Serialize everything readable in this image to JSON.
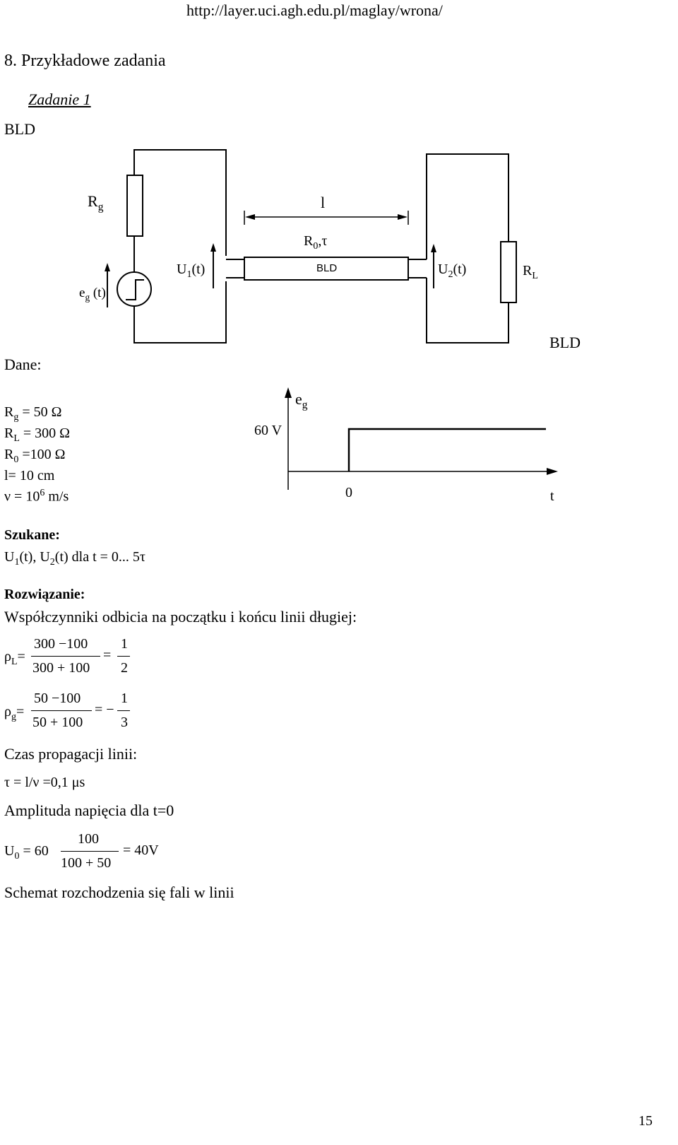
{
  "header": {
    "url": "http://layer.uci.agh.edu.pl/maglay/wrona/"
  },
  "section": {
    "title": "8.  Przykładowe zadania"
  },
  "task": {
    "title": "Zadanie 1",
    "bld_label": "BLD"
  },
  "circuit": {
    "rg_label": "R",
    "rg_sub": "g",
    "length_label": "l",
    "r0_label": "R",
    "r0_sub": "0",
    "r0_suffix": ",τ",
    "u1_label": "U",
    "u1_sub": "1",
    "u1_suffix": "(t)",
    "line_label": "BLD",
    "u2_label": "U",
    "u2_sub": "2",
    "u2_suffix": "(t)",
    "rl_label": "R",
    "rl_sub": "L",
    "eg_label": "e",
    "eg_sub": "g",
    "eg_suffix": " (t)",
    "bld_corner": "BLD"
  },
  "given": {
    "title": "Dane:",
    "rg": {
      "sym": "R",
      "sub": "g",
      "val": " = 50 Ω"
    },
    "rl": {
      "sym": "R",
      "sub": "L",
      "val": " = 300 Ω"
    },
    "r0": {
      "sym": "R",
      "sub": "0",
      "val": " =100 Ω"
    },
    "l": "l= 10 cm",
    "v": {
      "pre": "ν = 10",
      "sup": "6",
      "post": " m/s"
    }
  },
  "source_plot": {
    "y_label": "e",
    "y_sub": "g",
    "level_label": "60 V",
    "origin_label": "0",
    "x_label": "t"
  },
  "sought": {
    "title": "Szukane:",
    "p1": "U",
    "s1": "1",
    "p2": "(t), U",
    "s2": "2",
    "p3": "(t) dla t = 0... 5τ"
  },
  "solution": {
    "title": "Rozwiązanie:",
    "intro": "Współczynniki odbicia na początku i końcu linii długiej:",
    "rho_l": {
      "sym": "ρ",
      "sub": "L",
      "eq": "=",
      "num": "300  −100",
      "den": "300 + 100",
      "eq2": "=",
      "res_num": "1",
      "res_den": "2"
    },
    "rho_g": {
      "sym": "ρ",
      "sub": "g",
      "eq": "=",
      "num": "50  −100",
      "den": "50 + 100",
      "eq2": "= −",
      "res_num": "1",
      "res_den": "3"
    },
    "prop_title": "Czas propagacji linii:",
    "tau": "τ = l/ν =0,1 μs",
    "amp_title": "Amplituda napięcia dla t=0",
    "u0": {
      "sym": "U",
      "sub": "0",
      "eq": " =  60",
      "num": "100",
      "den": "100 + 50",
      "res": "= 40V"
    },
    "scheme": "Schemat rozchodzenia się fali w linii"
  },
  "footer": {
    "page_number": "15"
  }
}
